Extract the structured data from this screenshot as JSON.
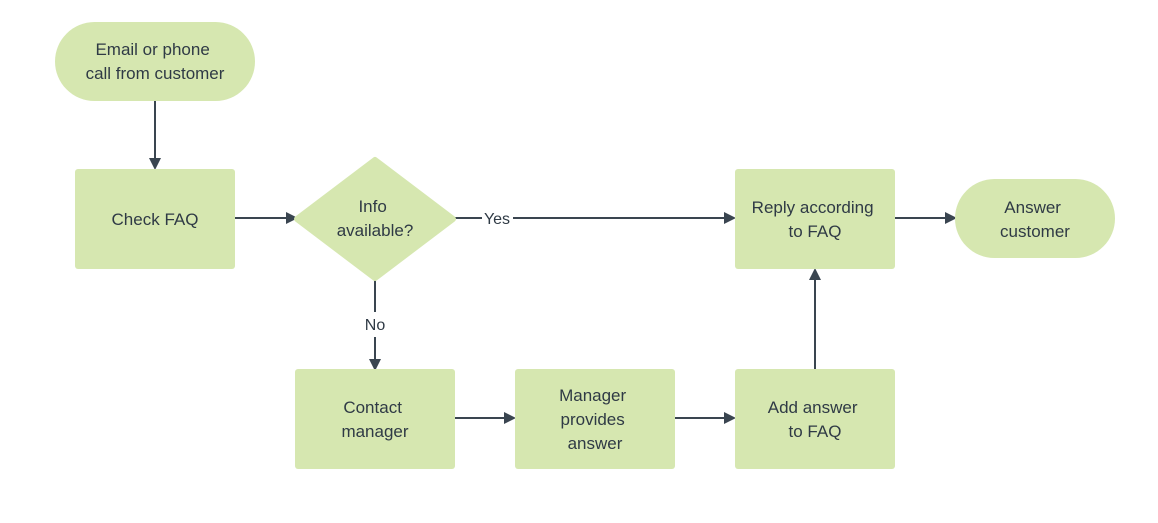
{
  "colors": {
    "node_fill": "#d6e7b0",
    "text": "#2f3a45",
    "connector": "#3a4550",
    "background": "#ffffff"
  },
  "nodes": {
    "start": {
      "lines": [
        "Email or phone",
        "call from customer"
      ]
    },
    "check_faq": {
      "lines": [
        "Check FAQ"
      ]
    },
    "decision": {
      "lines": [
        "Info",
        "available?"
      ]
    },
    "reply": {
      "lines": [
        "Reply according",
        "to FAQ"
      ]
    },
    "answer": {
      "lines": [
        "Answer",
        "customer"
      ]
    },
    "contact_manager": {
      "lines": [
        "Contact",
        "manager"
      ]
    },
    "manager_provides": {
      "lines": [
        "Manager",
        "provides",
        "answer"
      ]
    },
    "add_answer": {
      "lines": [
        "Add answer",
        "to FAQ"
      ]
    }
  },
  "edge_labels": {
    "yes": "Yes",
    "no": "No"
  }
}
